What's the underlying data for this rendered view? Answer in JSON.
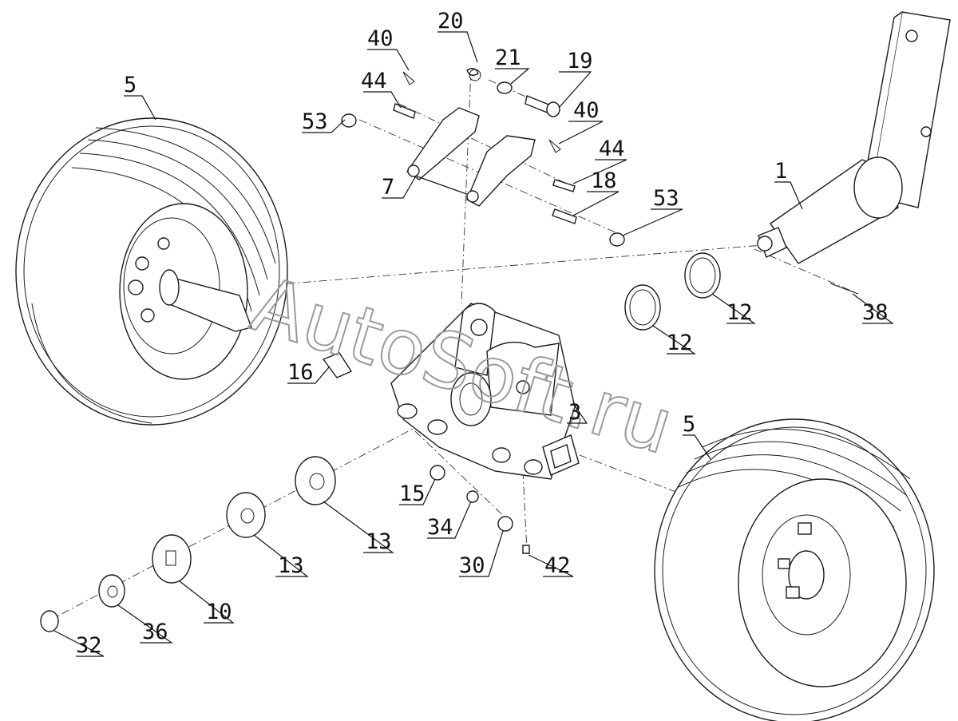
{
  "watermark": "AutoSoft.ru",
  "callouts": [
    {
      "id": "c20",
      "text": "20"
    },
    {
      "id": "c40a",
      "text": "40"
    },
    {
      "id": "c21",
      "text": "21"
    },
    {
      "id": "c19",
      "text": "19"
    },
    {
      "id": "c44a",
      "text": "44"
    },
    {
      "id": "c40b",
      "text": "40"
    },
    {
      "id": "c53a",
      "text": "53"
    },
    {
      "id": "c44b",
      "text": "44"
    },
    {
      "id": "c5a",
      "text": "5"
    },
    {
      "id": "c1",
      "text": "1"
    },
    {
      "id": "c18",
      "text": "18"
    },
    {
      "id": "c7",
      "text": "7"
    },
    {
      "id": "c53b",
      "text": "53"
    },
    {
      "id": "c12a",
      "text": "12"
    },
    {
      "id": "c12b",
      "text": "12"
    },
    {
      "id": "c38",
      "text": "38"
    },
    {
      "id": "c16",
      "text": "16"
    },
    {
      "id": "c3",
      "text": "3"
    },
    {
      "id": "c5b",
      "text": "5"
    },
    {
      "id": "c15",
      "text": "15"
    },
    {
      "id": "c13a",
      "text": "13"
    },
    {
      "id": "c34",
      "text": "34"
    },
    {
      "id": "c13b",
      "text": "13"
    },
    {
      "id": "c30",
      "text": "30"
    },
    {
      "id": "c42",
      "text": "42"
    },
    {
      "id": "c10",
      "text": "10"
    },
    {
      "id": "c36",
      "text": "36"
    },
    {
      "id": "c32",
      "text": "32"
    }
  ]
}
